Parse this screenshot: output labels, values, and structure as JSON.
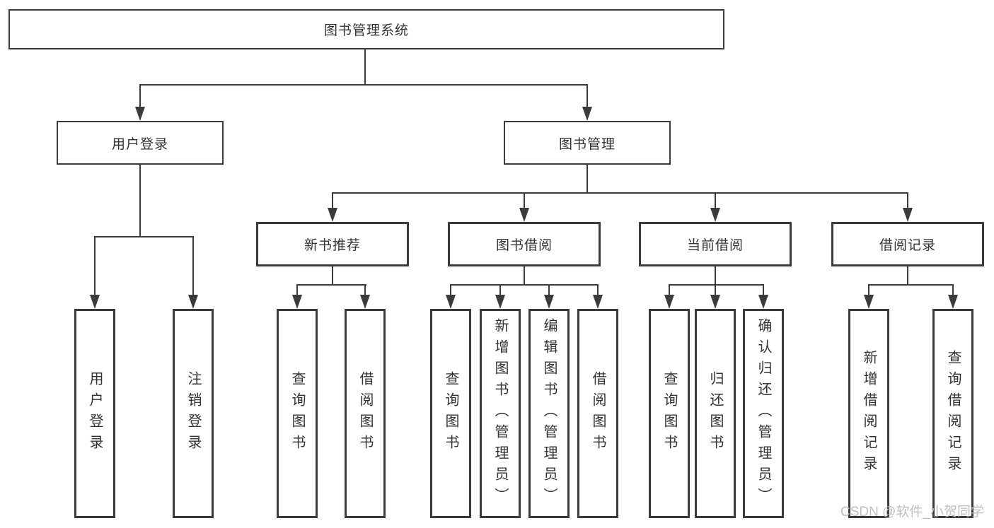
{
  "root": {
    "label": "图书管理系统"
  },
  "level2": {
    "user_login": {
      "label": "用户登录"
    },
    "book_mgmt": {
      "label": "图书管理"
    }
  },
  "level3": {
    "new_book_rec": {
      "label": "新书推荐"
    },
    "book_borrow": {
      "label": "图书借阅"
    },
    "current_borrow": {
      "label": "当前借阅"
    },
    "borrow_record": {
      "label": "借阅记录"
    }
  },
  "leaves": {
    "login_user_login": {
      "label": "用户登录"
    },
    "login_logout": {
      "label": "注销登录"
    },
    "rec_query_book": {
      "label": "查询图书"
    },
    "rec_borrow_book": {
      "label": "借阅图书"
    },
    "bb_query_book": {
      "label": "查询图书"
    },
    "bb_add_book": {
      "label": "新增图书（管理员）"
    },
    "bb_edit_book": {
      "label": "编辑图书（管理员）"
    },
    "bb_borrow_book": {
      "label": "借阅图书"
    },
    "cb_query_book": {
      "label": "查询图书"
    },
    "cb_return_book": {
      "label": "归还图书"
    },
    "cb_confirm_return": {
      "label": "确认归还（管理员）"
    },
    "br_add_record": {
      "label": "新增借阅记录"
    },
    "br_query_record": {
      "label": "查询借阅记录"
    }
  },
  "watermark": {
    "text": "CSDN @软件_小贺同学"
  },
  "colors": {
    "line": "#3b3b3b",
    "text": "#333333",
    "box_fill": "#ffffff",
    "background": "#ffffff",
    "watermark": "#b9b9b9"
  }
}
